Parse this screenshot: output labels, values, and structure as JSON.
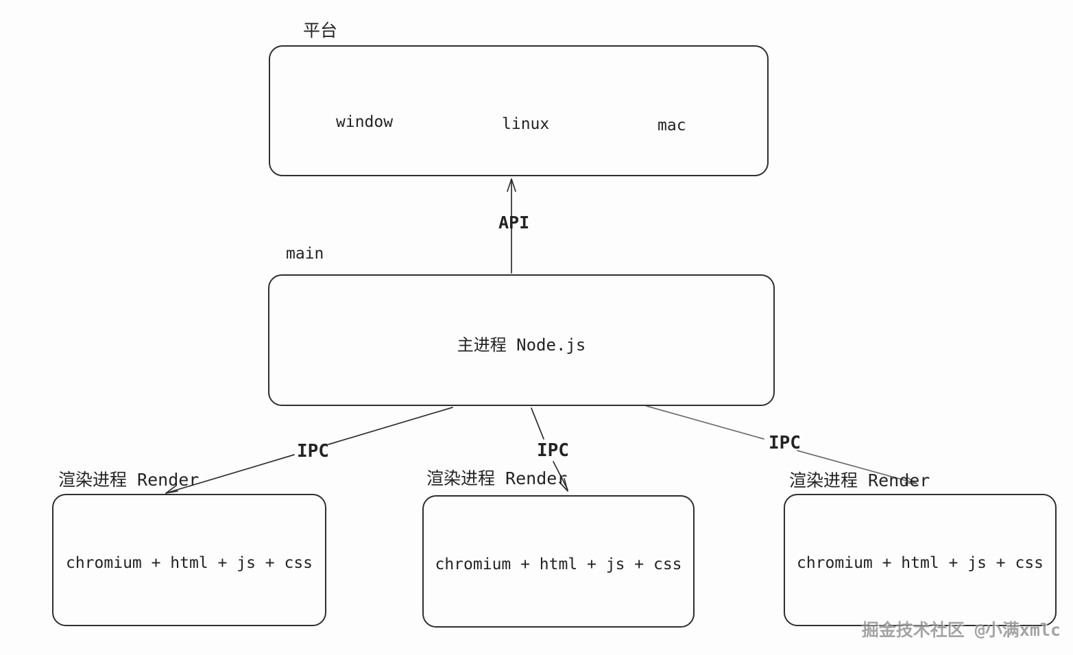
{
  "colors": {
    "line": "#2e2e2e",
    "line_light": "#6e6e6e",
    "background": "#fdfdfd",
    "watermark": "#8f8f8f"
  },
  "diagram": {
    "platform": {
      "label": "平台",
      "items": [
        "window",
        "linux",
        "mac"
      ]
    },
    "api": {
      "label": "API"
    },
    "main": {
      "label": "main",
      "content": "主进程 Node.js"
    },
    "ipc": {
      "left": "IPC",
      "middle": "IPC",
      "right": "IPC"
    },
    "renderers": [
      {
        "label": "渲染进程 Render",
        "content": "chromium + html + js + css"
      },
      {
        "label": "渲染进程 Render",
        "content": "chromium + html + js + css"
      },
      {
        "label": "渲染进程 Render",
        "content": "chromium + html + js + css"
      }
    ],
    "watermark": "掘金技术社区 @小满xmlc"
  }
}
